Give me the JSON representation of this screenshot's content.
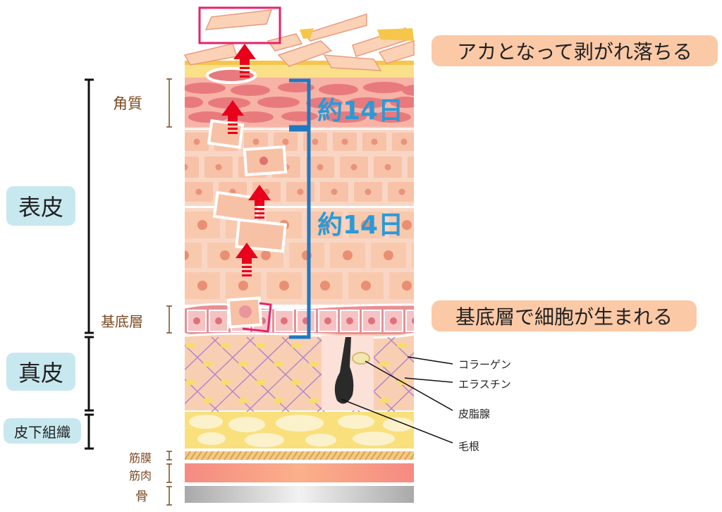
{
  "layers": {
    "epidermis": "表皮",
    "dermis": "真皮",
    "subcutaneous": "皮下組織",
    "stratum_corneum": "角質",
    "basal_layer": "基底層",
    "fascia": "筋膜",
    "muscle": "筋肉",
    "bone": "骨"
  },
  "annotations": {
    "shedding": "アカとなって剥がれ落ちる",
    "cell_birth": "基底層で細胞が生まれる",
    "duration_top": "約14日",
    "duration_bottom": "約14日"
  },
  "structures": {
    "collagen": "コラーゲン",
    "elastin": "エラスチン",
    "sebaceous_gland": "皮脂腺",
    "hair_root": "毛根"
  },
  "colors": {
    "accent_red": "#e8001c",
    "bracket_blue": "#1f78c1",
    "highlight_pink": "#e8226a",
    "label_blue_bg": "#c8e8ef",
    "label_peach_bg": "#fbc9a6"
  }
}
